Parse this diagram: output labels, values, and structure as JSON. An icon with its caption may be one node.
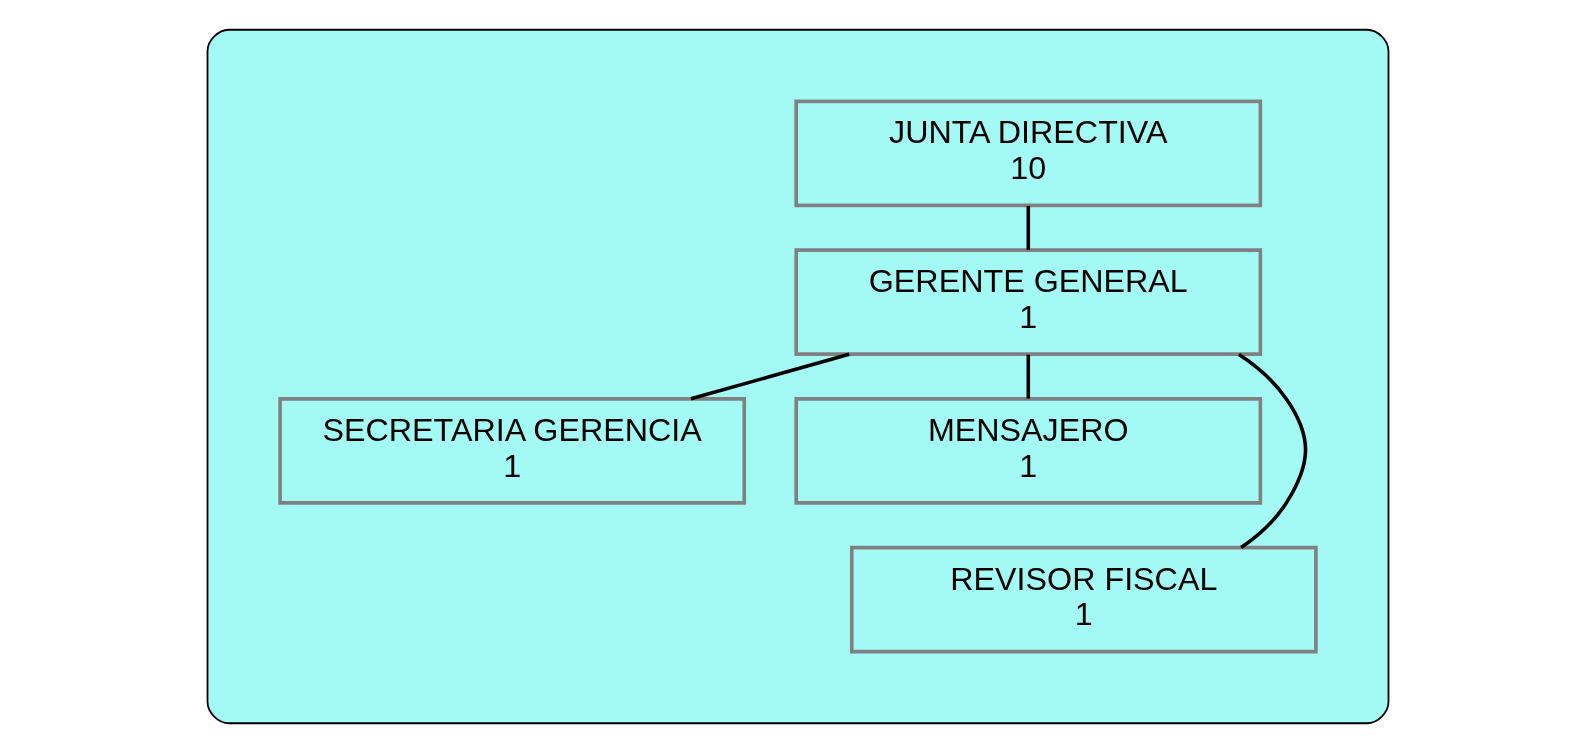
{
  "diagram": {
    "nodes": [
      {
        "text": [],
        "shape": "ellipse"
      },
      {
        "text": [
          "JUNTA DIRECTIVA",
          "10"
        ],
        "in": 0
      },
      {
        "text": [
          "GERENTE GENERAL",
          "1"
        ],
        "in": 0
      },
      {
        "text": [
          "SECRETARIA GERENCIA",
          "1"
        ],
        "in": 0
      },
      {
        "text": [
          "MENSAJERO",
          "1"
        ],
        "in": 0
      },
      {
        "text": [
          "REVISOR FISCAL",
          "1"
        ],
        "in": 0
      }
    ],
    "edges": [
      {
        "from": 1,
        "to": 2,
        "arrow": "none"
      },
      {
        "from": 2,
        "to": 3,
        "arrow": "none"
      },
      {
        "from": 2,
        "to": 4,
        "arrow": "none"
      },
      {
        "from": 2,
        "to": 5,
        "arrow": "none"
      }
    ]
  }
}
